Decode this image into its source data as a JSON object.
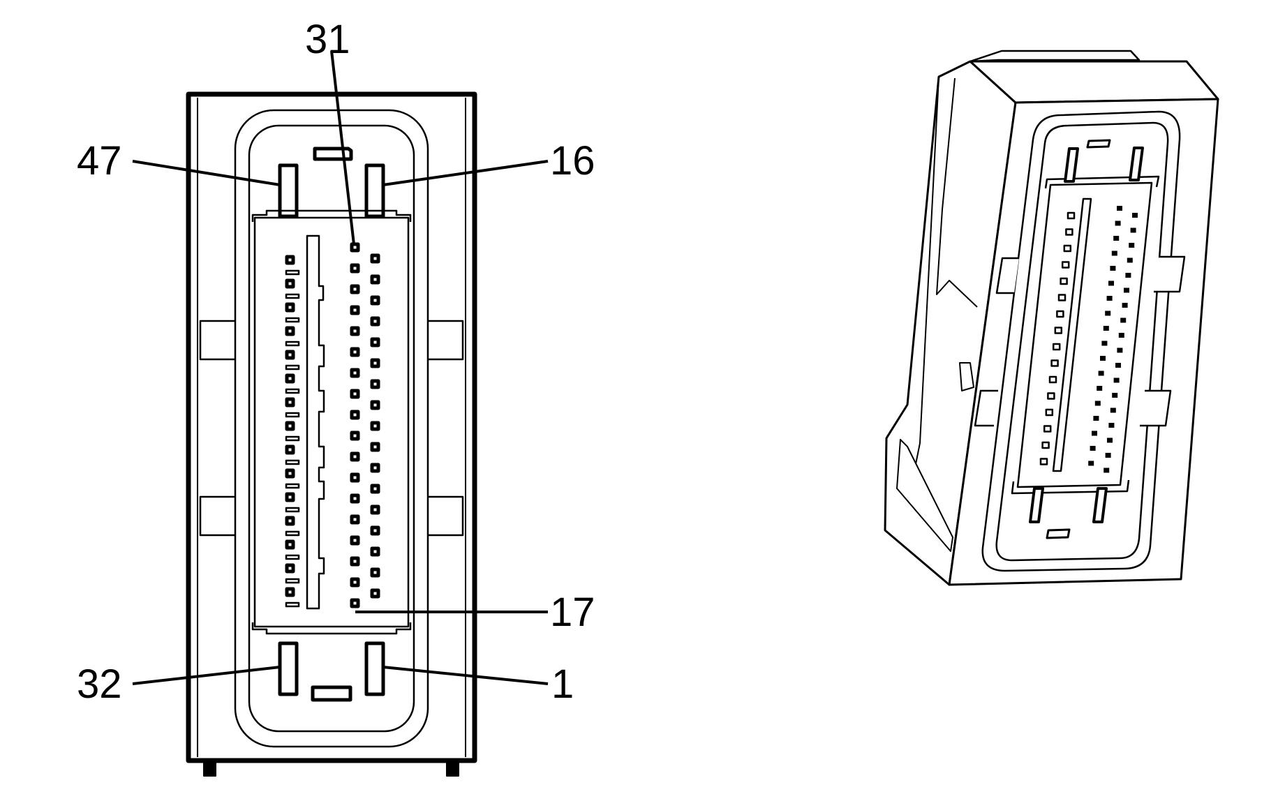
{
  "front_view": {
    "pin_labels": {
      "pin_47": "47",
      "pin_31": "31",
      "pin_16": "16",
      "pin_17": "17",
      "pin_32": "32",
      "pin_1": "1"
    }
  },
  "colors": {
    "line": "#000000",
    "background": "#ffffff"
  }
}
